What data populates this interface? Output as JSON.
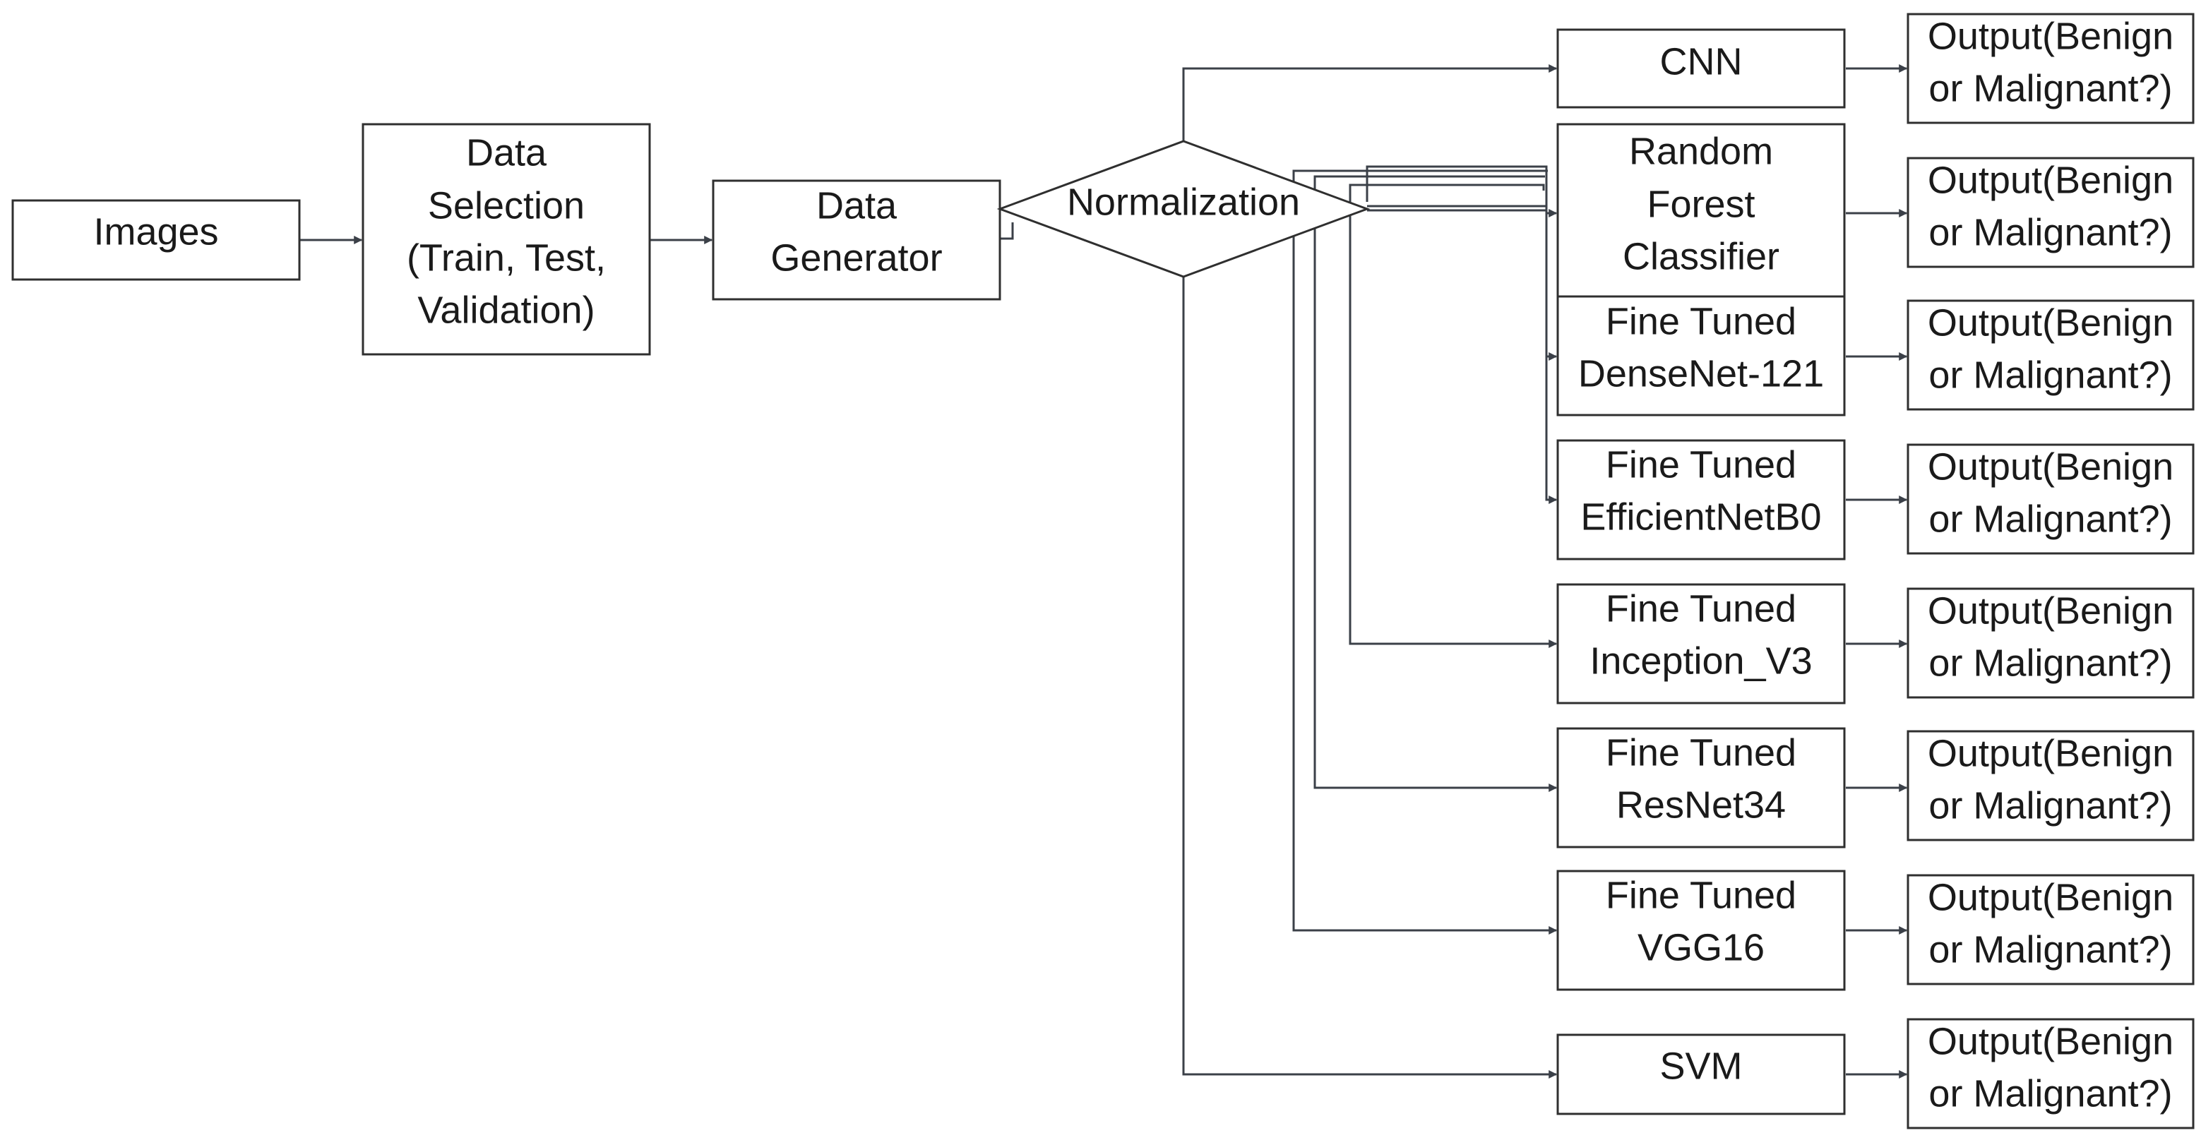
{
  "nodes": {
    "images": "Images",
    "data_selection": [
      "Data",
      "Selection",
      "(Train, Test,",
      "Validation)"
    ],
    "data_generator": [
      "Data",
      "Generator"
    ],
    "normalization": "Normalization",
    "cnn": "CNN",
    "random_forest": [
      "Random",
      "Forest",
      "Classifier"
    ],
    "densenet": [
      "Fine Tuned",
      "DenseNet-121"
    ],
    "efficientnet": [
      "Fine Tuned",
      "EfficientNetB0"
    ],
    "inception": [
      "Fine Tuned",
      "Inception_V3"
    ],
    "resnet": [
      "Fine Tuned",
      "ResNet34"
    ],
    "vgg": [
      "Fine Tuned",
      "VGG16"
    ],
    "svm": "SVM"
  },
  "output_label": [
    "Output(Benign",
    "or Malignant?)"
  ],
  "colors": {
    "stroke": "#2f2f2f",
    "connector": "#3b4048",
    "text": "#1a1a1a",
    "background": "#ffffff"
  }
}
